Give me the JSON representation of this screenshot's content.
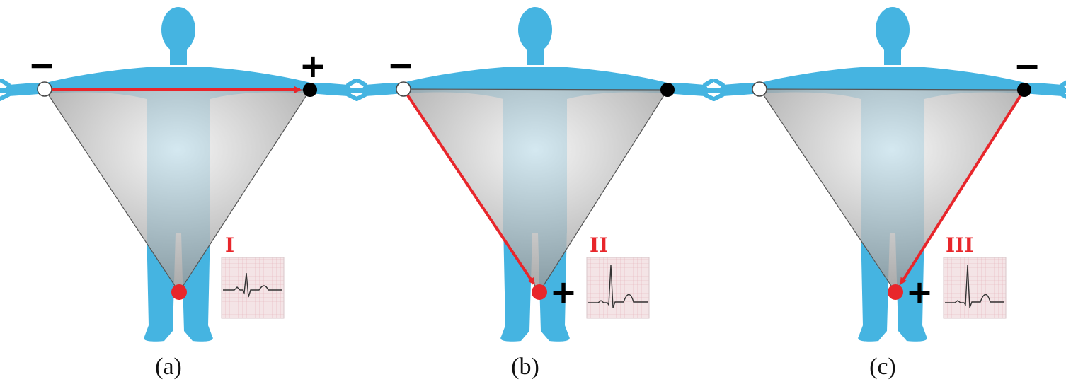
{
  "colors": {
    "body": "#45b4e1",
    "triangle_center": "#f4f4f4",
    "triangle_edge": "#8e8e8e",
    "arrow": "#e8262b",
    "right_arm_electrode": "#ffffff",
    "left_arm_electrode": "#000000",
    "left_leg_electrode": "#e8262b",
    "lead_label": "#e8262b",
    "ecg_paper": "#f4e4e6",
    "ecg_grid": "#e6b3bb",
    "ecg_trace": "#333333"
  },
  "panels": [
    {
      "caption": "(a)",
      "lead": "I",
      "right_arm_sign": "−",
      "left_arm_sign": "+",
      "left_leg_sign": "",
      "arrow": "right-arm-to-left-arm"
    },
    {
      "caption": "(b)",
      "lead": "II",
      "right_arm_sign": "−",
      "left_arm_sign": "",
      "left_leg_sign": "+",
      "arrow": "right-arm-to-left-leg"
    },
    {
      "caption": "(c)",
      "lead": "III",
      "right_arm_sign": "",
      "left_arm_sign": "−",
      "left_leg_sign": "+",
      "arrow": "left-arm-to-left-leg"
    }
  ]
}
